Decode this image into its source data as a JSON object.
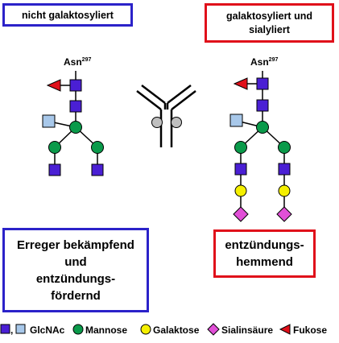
{
  "labels": {
    "not_galactosylated": "nicht galaktosyliert",
    "galactosylated_line1": "galaktosyliert und",
    "galactosylated_line2": "sialyliert",
    "asn": "Asn",
    "asn_superscript": "297",
    "left_effect": [
      "Erreger bekämpfend",
      "und",
      "entzündungs-",
      "fördernd"
    ],
    "right_effect": [
      "entzündungs-",
      "hemmend"
    ]
  },
  "legend": {
    "glcnac": "GlcNAc",
    "glcnac_separator": ",",
    "mannose": "Mannose",
    "galactose": "Galaktose",
    "sialic_acid": "Sialinsäure",
    "fucose": "Fukose"
  },
  "colors": {
    "blue_box": "#2b22c9",
    "red_box": "#e0101a",
    "glcnac": "#4a1fd4",
    "glcnac_core_fucose_side": "#a8c8ea",
    "mannose": "#0a9a4a",
    "galactose": "#f5f000",
    "sialic_acid": "#e14fd7",
    "fucose": "#e0101a",
    "antibody": "#000000",
    "antibody_fc_glycan": "#bfbfbf"
  },
  "icons": [
    "glcnac-square-icon",
    "mannose-circle-icon",
    "galactose-circle-icon",
    "sialic-acid-diamond-icon",
    "fucose-triangle-icon",
    "antibody-icon"
  ]
}
